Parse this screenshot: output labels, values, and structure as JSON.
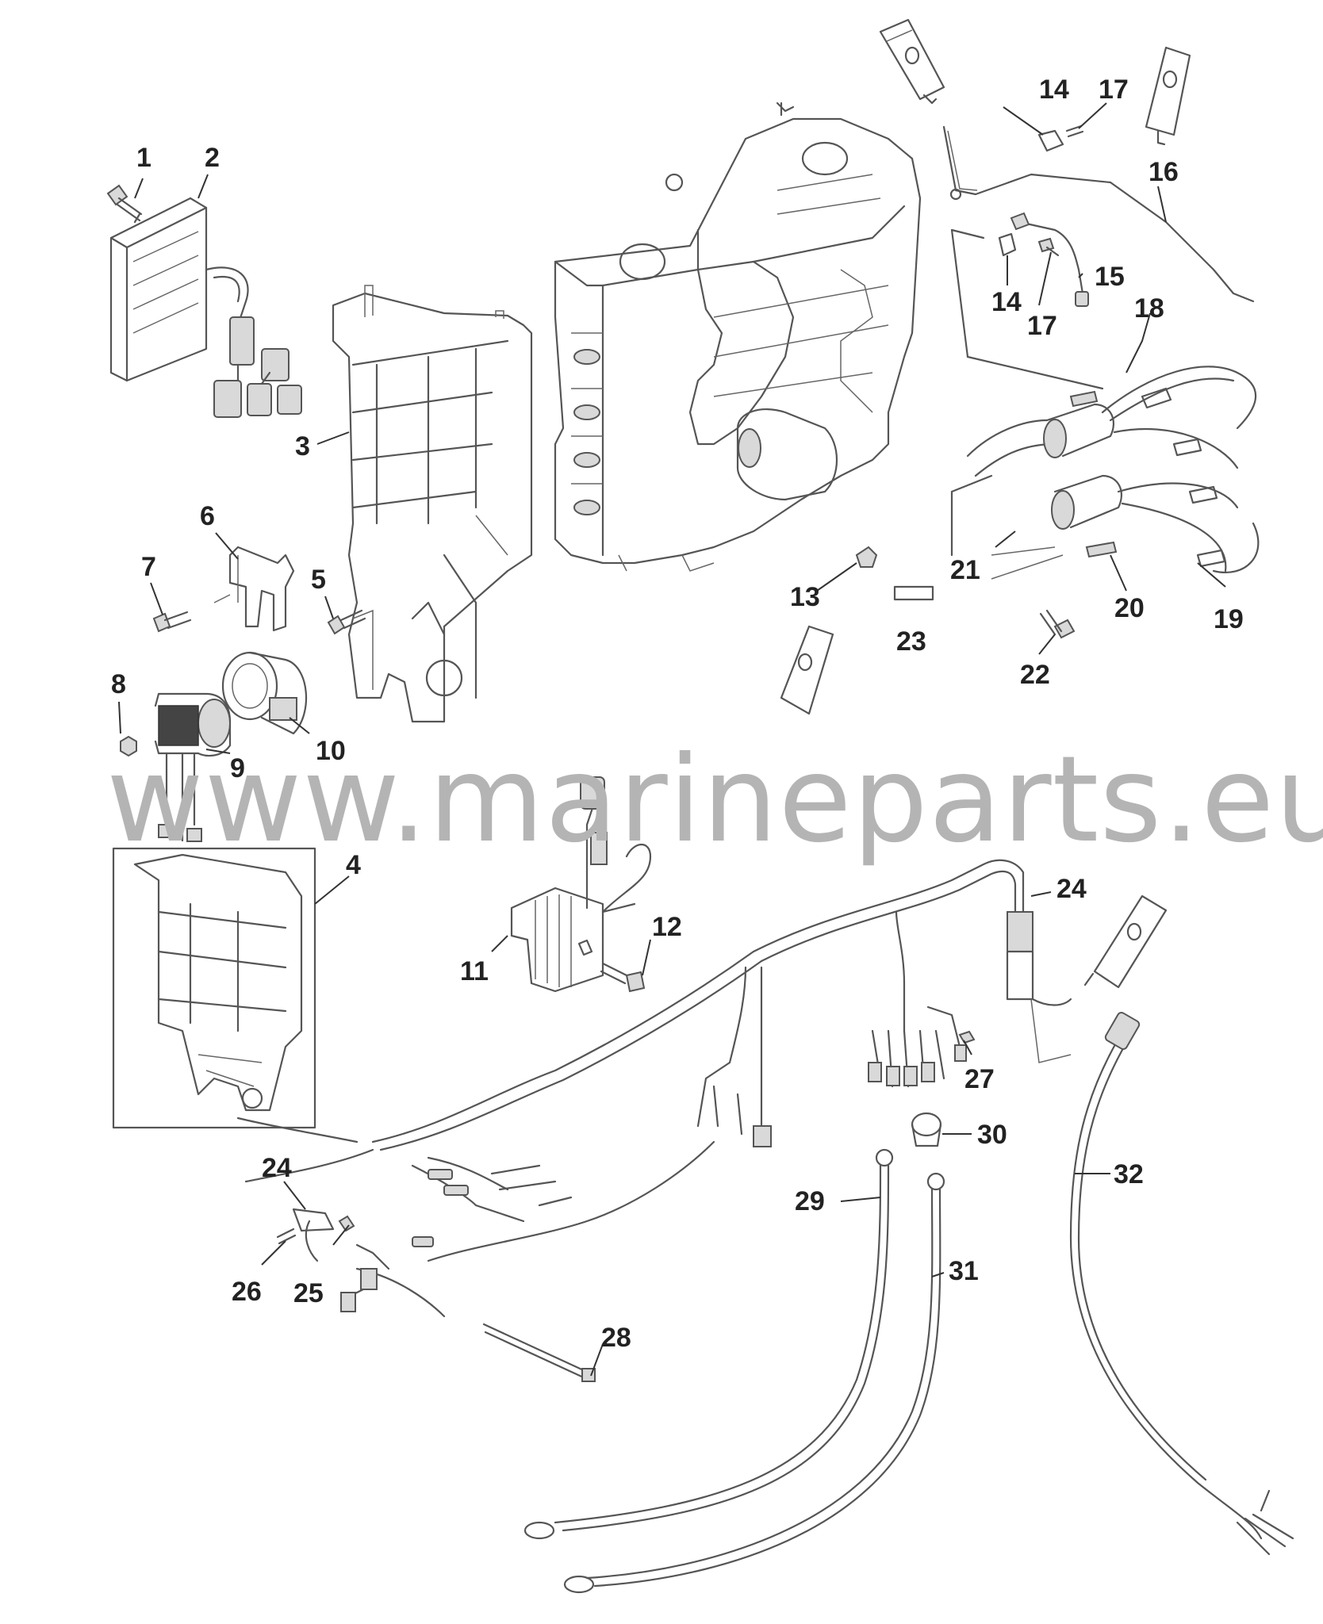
{
  "watermark": "www.marineparts.eu",
  "callouts": [
    {
      "id": "c1",
      "text": "1"
    },
    {
      "id": "c2",
      "text": "2"
    },
    {
      "id": "c3",
      "text": "3"
    },
    {
      "id": "c4",
      "text": "4"
    },
    {
      "id": "c5",
      "text": "5"
    },
    {
      "id": "c6",
      "text": "6"
    },
    {
      "id": "c7",
      "text": "7"
    },
    {
      "id": "c8",
      "text": "8"
    },
    {
      "id": "c9",
      "text": "9"
    },
    {
      "id": "c10",
      "text": "10"
    },
    {
      "id": "c11",
      "text": "11"
    },
    {
      "id": "c12",
      "text": "12"
    },
    {
      "id": "c13",
      "text": "13"
    },
    {
      "id": "c14a",
      "text": "14"
    },
    {
      "id": "c14b",
      "text": "14"
    },
    {
      "id": "c15",
      "text": "15"
    },
    {
      "id": "c16",
      "text": "16"
    },
    {
      "id": "c17a",
      "text": "17"
    },
    {
      "id": "c17b",
      "text": "17"
    },
    {
      "id": "c18",
      "text": "18"
    },
    {
      "id": "c19",
      "text": "19"
    },
    {
      "id": "c20",
      "text": "20"
    },
    {
      "id": "c21",
      "text": "21"
    },
    {
      "id": "c22",
      "text": "22"
    },
    {
      "id": "c23",
      "text": "23"
    },
    {
      "id": "c24a",
      "text": "24"
    },
    {
      "id": "c24b",
      "text": "24"
    },
    {
      "id": "c25",
      "text": "25"
    },
    {
      "id": "c26",
      "text": "26"
    },
    {
      "id": "c27",
      "text": "27"
    },
    {
      "id": "c28",
      "text": "28"
    },
    {
      "id": "c29",
      "text": "29"
    },
    {
      "id": "c30",
      "text": "30"
    },
    {
      "id": "c31",
      "text": "31"
    },
    {
      "id": "c32",
      "text": "32"
    }
  ]
}
